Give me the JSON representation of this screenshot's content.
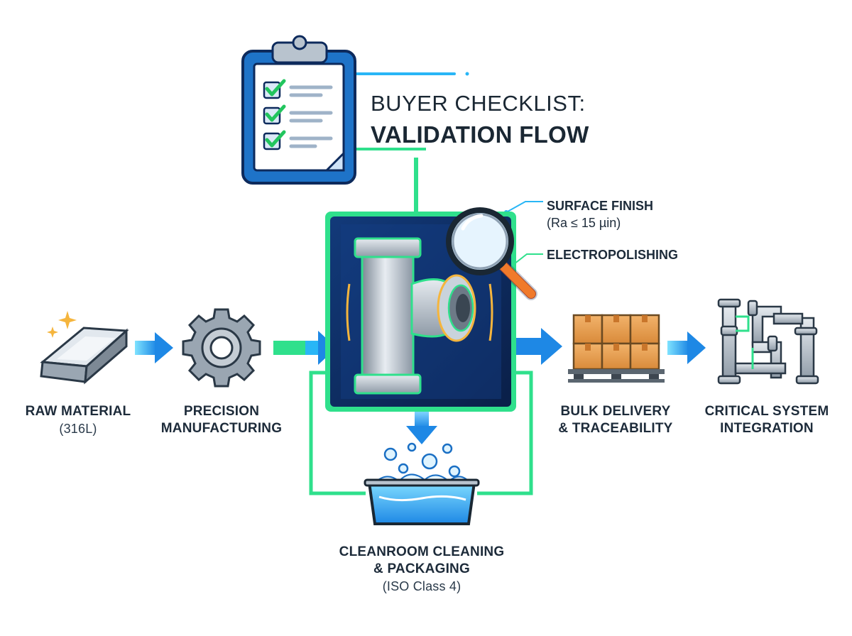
{
  "title": {
    "line1": "BUYER CHECKLIST:",
    "line2": "VALIDATION FLOW"
  },
  "steps": {
    "raw_material": {
      "label": "RAW MATERIAL",
      "sub": "(316L)"
    },
    "manufacturing": {
      "label_line1": "PRECISION",
      "label_line2": "MANUFACTURING"
    },
    "cleaning": {
      "label_line1": "CLEANROOM CLEANING",
      "label_line2": "& PACKAGING",
      "sub": "(ISO Class 4)"
    },
    "delivery": {
      "label_line1": "BULK DELIVERY",
      "label_line2": "& TRACEABILITY"
    },
    "integration": {
      "label_line1": "CRITICAL SYSTEM",
      "label_line2": "INTEGRATION"
    }
  },
  "callouts": {
    "surface_finish": {
      "label": "SURFACE FINISH",
      "sub": "(Ra ≤ 15 µin)"
    },
    "electropolishing": {
      "label": "ELECTROPOLISHING"
    }
  },
  "colors": {
    "dark_text": "#1d2b3a",
    "accent_green": "#2fe08c",
    "accent_blue": "#1e88e5",
    "arrow_cyan": "#29b6f6",
    "panel_navy": "#0d2a5c",
    "steel": "#aab4bf"
  }
}
